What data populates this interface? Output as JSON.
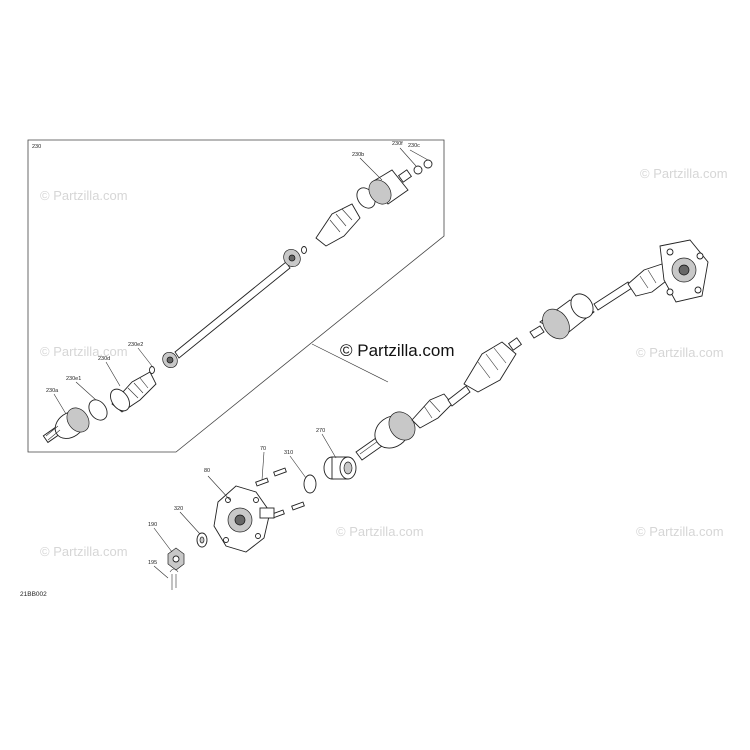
{
  "diagram": {
    "figure_code": "21BB002",
    "box_label": "230",
    "watermark_main": "© Partzilla.com",
    "watermark": "© Partzilla.com",
    "labels": {
      "l230f": "230f",
      "l230c": "230c",
      "l230b": "230b",
      "l230e2": "230e2",
      "l230d": "230d",
      "l230e1": "230e1",
      "l230a": "230a",
      "l270": "270",
      "l70": "70",
      "l310": "310",
      "l80": "80",
      "l320": "320",
      "l190": "190",
      "l195": "195"
    }
  }
}
